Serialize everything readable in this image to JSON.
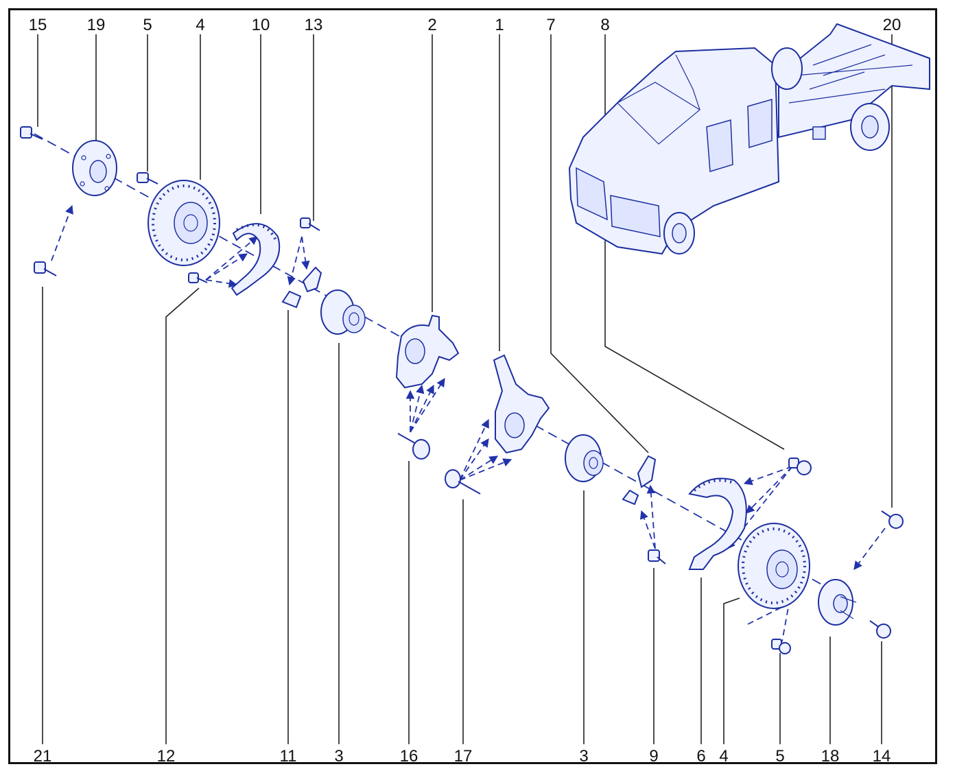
{
  "top_labels": [
    "15",
    "19",
    "5",
    "4",
    "10",
    "13",
    "2",
    "1",
    "7",
    "8",
    "20"
  ],
  "bottom_labels": [
    "21",
    "12",
    "11",
    "3",
    "16",
    "17",
    "3",
    "9",
    "6",
    "4",
    "5",
    "18",
    "14"
  ],
  "colors": {
    "line_art": "#1c2fa0",
    "fill": "#eef1ff",
    "text": "#111111",
    "frame": "#111111"
  }
}
